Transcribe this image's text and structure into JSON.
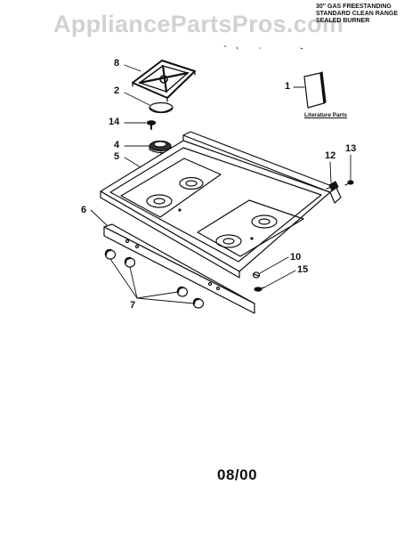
{
  "watermark": "AppliancePartsPros.com",
  "title_lines": [
    "30\" GAS FREESTANDING",
    "STANDARD CLEAN RANGE",
    "SEALED BURNER"
  ],
  "literature_label": "Literature Parts",
  "date_code": "08/00",
  "callouts": {
    "c1": "1",
    "c2": "2",
    "c4": "4",
    "c5": "5",
    "c6": "6",
    "c7": "7",
    "c8": "8",
    "c10": "10",
    "c12": "12",
    "c13": "13",
    "c14": "14",
    "c15": "15"
  }
}
